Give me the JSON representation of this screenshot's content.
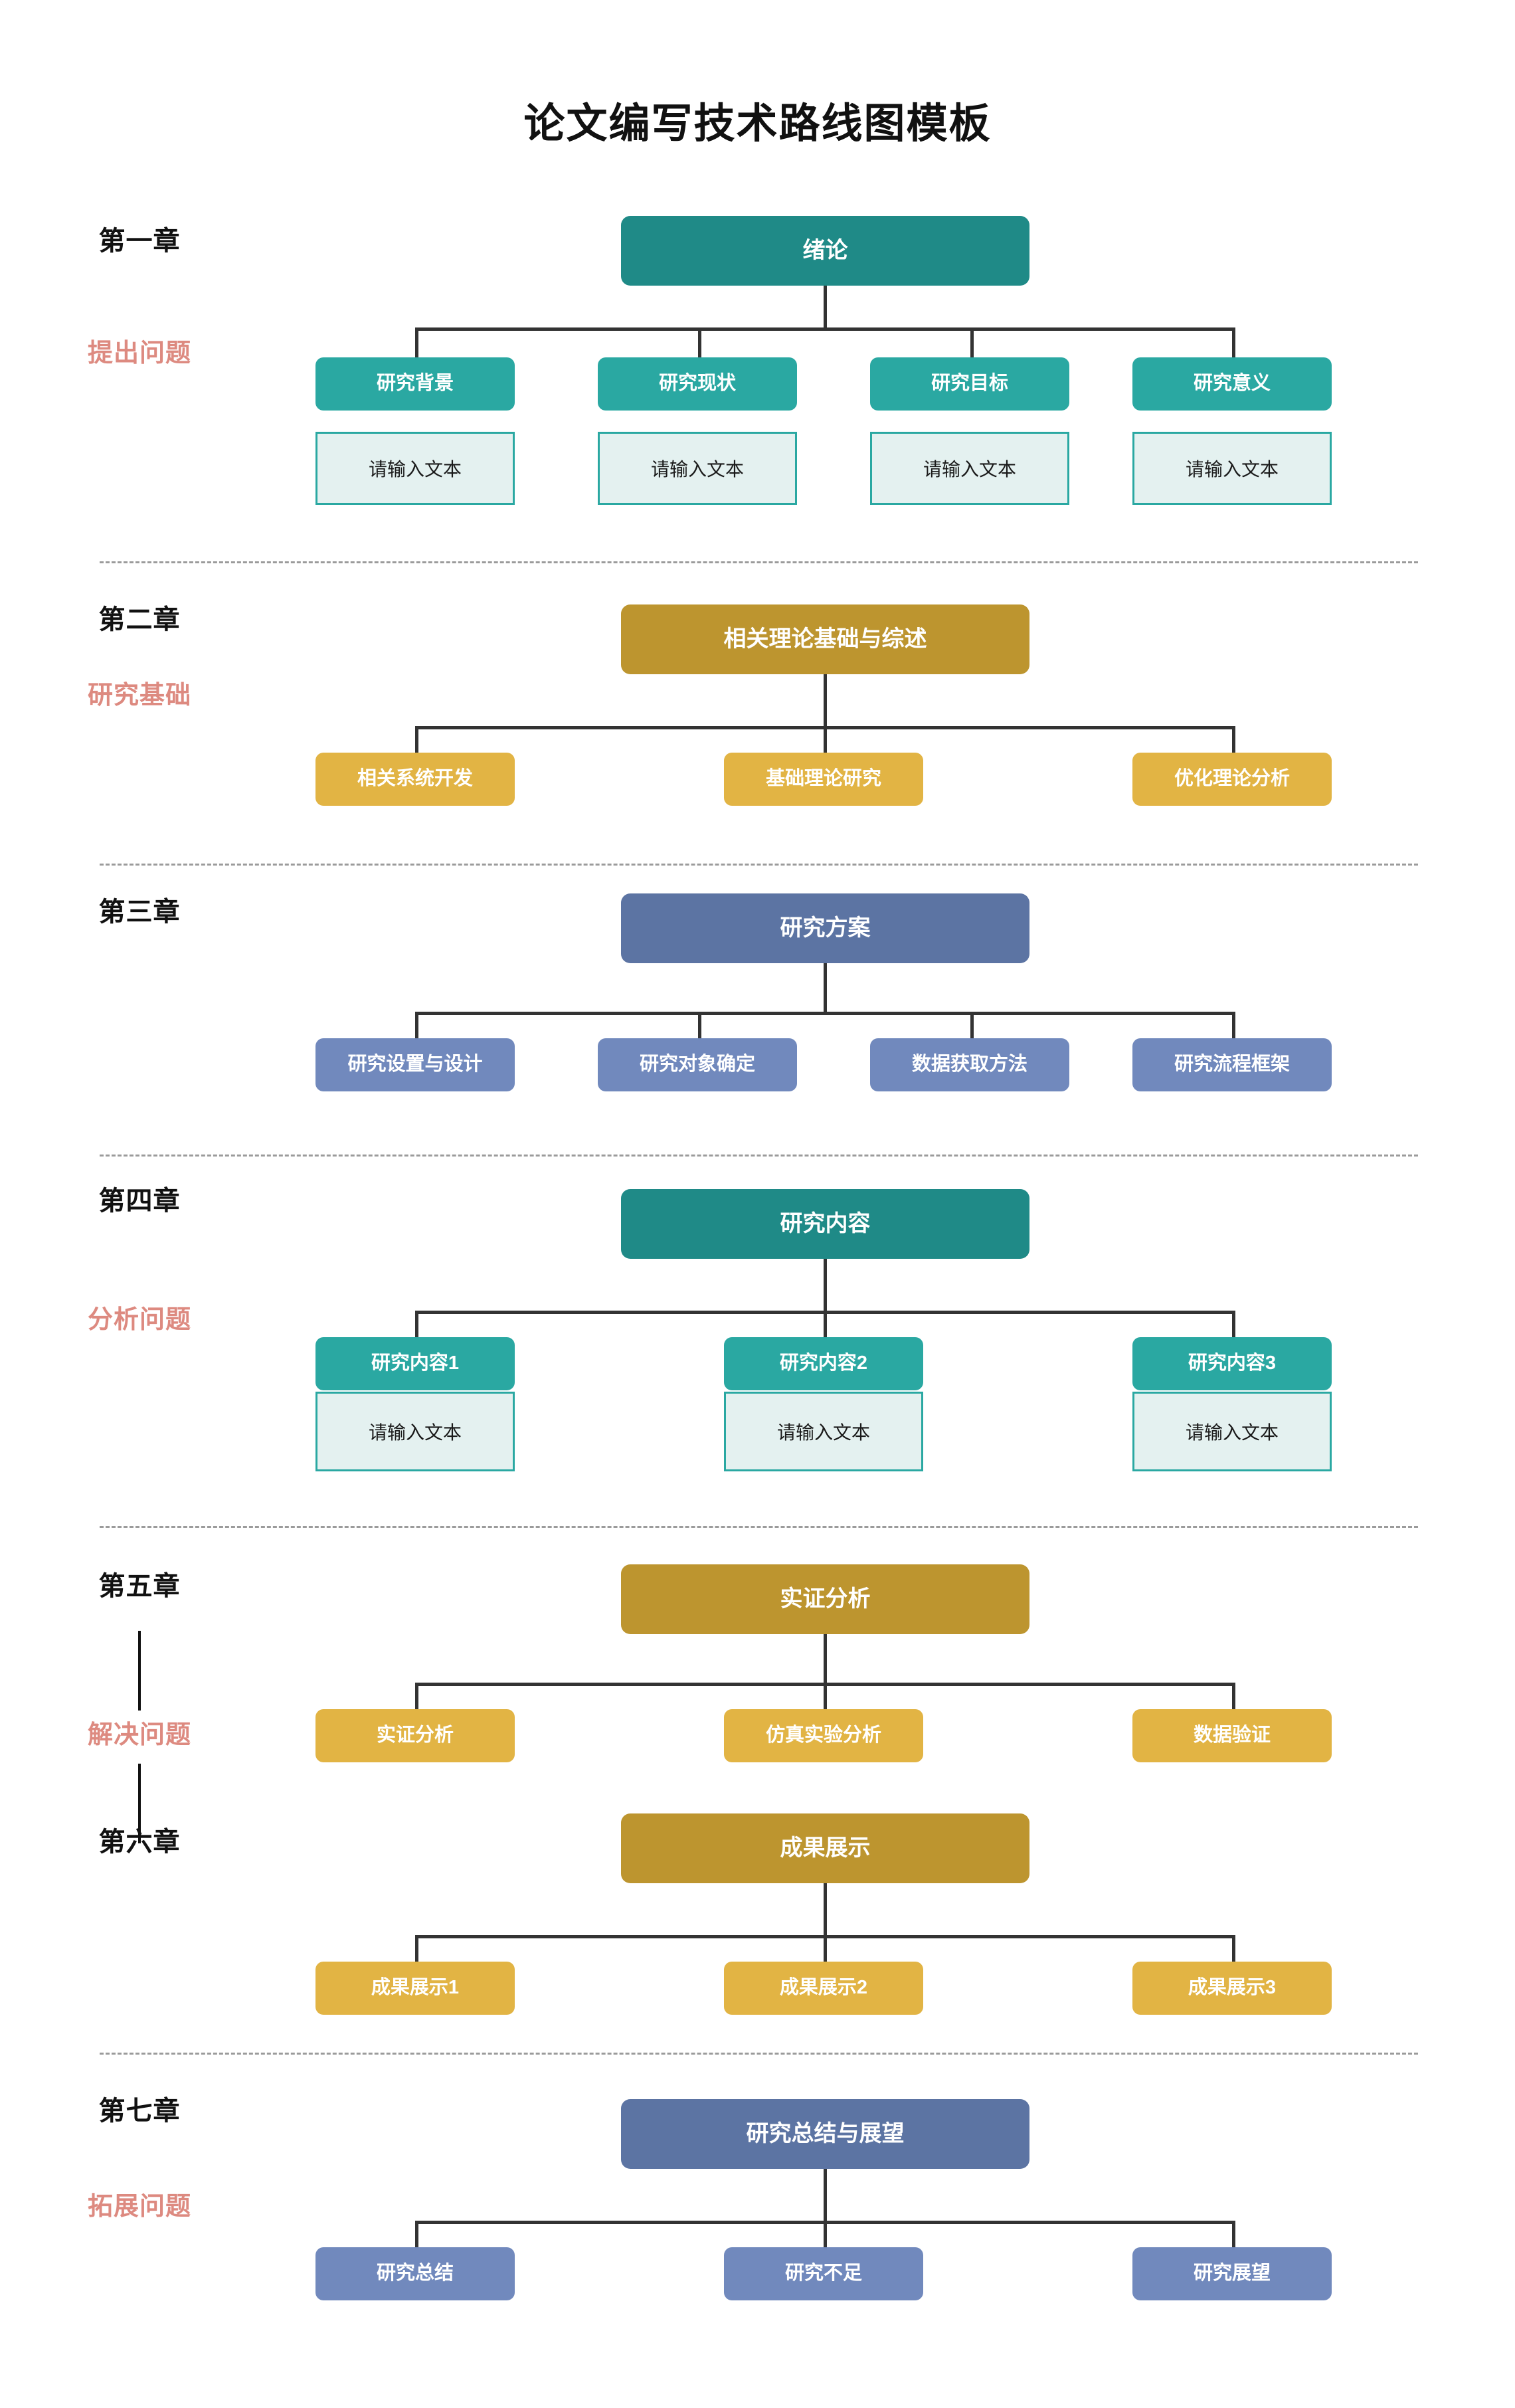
{
  "title": "论文编写技术路线图模板",
  "placeholder_text": "请输入文本",
  "colors": {
    "teal_dark": "#1f8a87",
    "teal_light": "#2aa8a2",
    "gold_dark": "#bd952f",
    "gold_light": "#e2b444",
    "blue_dark": "#5c74a3",
    "blue_light": "#7189bd",
    "phase_red": "#dd8a80",
    "connector": "#333333",
    "input_fill": "#e4f1f0"
  },
  "sections": [
    {
      "chapter_label": "第一章",
      "phase_label": "提出问题",
      "head": "绪论",
      "children": [
        "研究背景",
        "研究现状",
        "研究目标",
        "研究意义"
      ],
      "inputs": [
        "请输入文本",
        "请输入文本",
        "请输入文本",
        "请输入文本"
      ]
    },
    {
      "chapter_label": "第二章",
      "phase_label": "研究基础",
      "head": "相关理论基础与综述",
      "children": [
        "相关系统开发",
        "基础理论研究",
        "优化理论分析"
      ],
      "inputs": []
    },
    {
      "chapter_label": "第三章",
      "phase_label": "",
      "head": "研究方案",
      "children": [
        "研究设置与设计",
        "研究对象确定",
        "数据获取方法",
        "研究流程框架"
      ],
      "inputs": []
    },
    {
      "chapter_label": "第四章",
      "phase_label": "分析问题",
      "head": "研究内容",
      "children": [
        "研究内容1",
        "研究内容2",
        "研究内容3"
      ],
      "inputs": [
        "请输入文本",
        "请输入文本",
        "请输入文本"
      ]
    },
    {
      "chapter_label": "第五章",
      "phase_label": "解决问题",
      "head": "实证分析",
      "children": [
        "实证分析",
        "仿真实验分析",
        "数据验证"
      ],
      "inputs": []
    },
    {
      "chapter_label": "第六章",
      "phase_label": "",
      "head": "成果展示",
      "children": [
        "成果展示1",
        "成果展示2",
        "成果展示3"
      ],
      "inputs": []
    },
    {
      "chapter_label": "第七章",
      "phase_label": "拓展问题",
      "head": "研究总结与展望",
      "children": [
        "研究总结",
        "研究不足",
        "研究展望"
      ],
      "inputs": []
    }
  ]
}
